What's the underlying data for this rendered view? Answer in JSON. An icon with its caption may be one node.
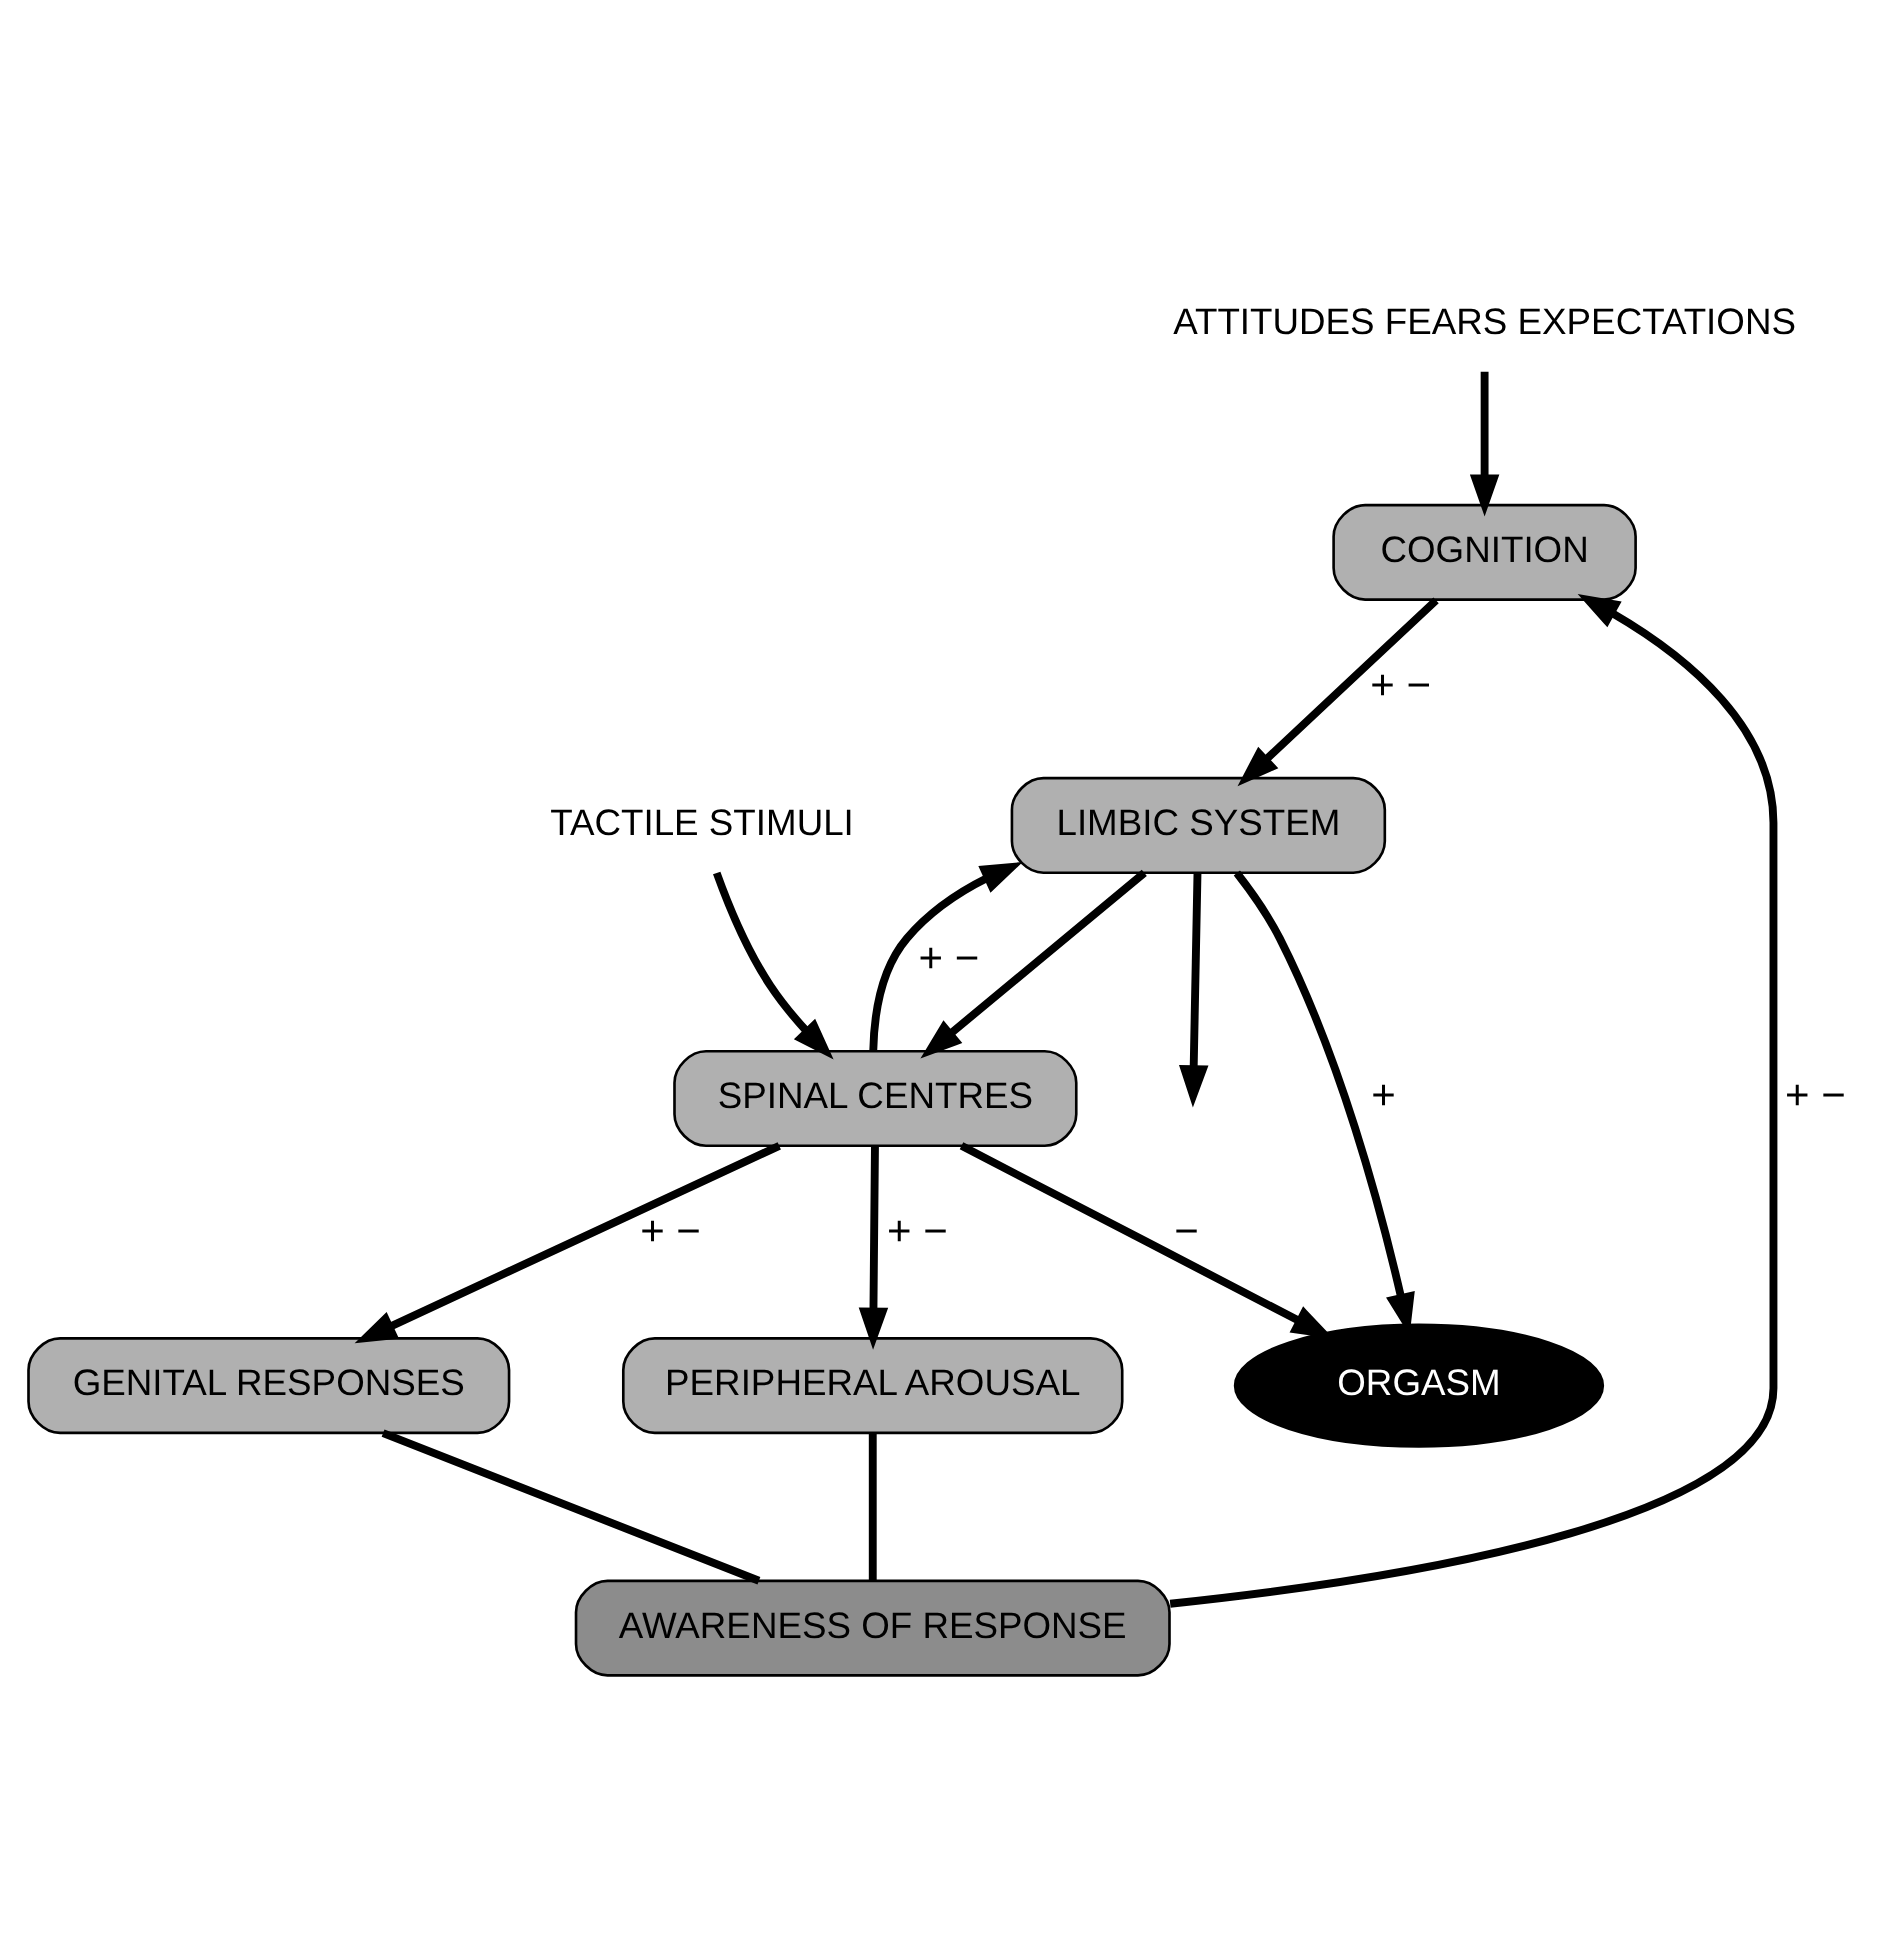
{
  "diagram": {
    "nodes": [
      {
        "text": [
          "ATTITUDES FEARS EXPECTATIONS"
        ]
      },
      {
        "text": [
          "COGNITION"
        ]
      },
      {
        "text": [
          "LIMBIC SYSTEM"
        ]
      },
      {
        "text": [
          "ORGASM"
        ]
      },
      {
        "text": [
          "AWARENESS OF RESPONSE"
        ]
      },
      {
        "text": [
          "SPINAL CENTRES"
        ]
      },
      {
        "text": [
          "PERIPHERAL AROUSAL"
        ]
      },
      {
        "text": [
          "GENITAL RESPONSES"
        ]
      },
      {
        "text": [
          "TACTILE STIMULI"
        ]
      }
    ],
    "edges": [
      {
        "from": 0,
        "to": 1,
        "arrow": "to"
      },
      {
        "from": 1,
        "to": 2,
        "arrow": "to",
        "label": "+ −"
      },
      {
        "from": 4,
        "to": 1,
        "arrow": "to",
        "label": "+ −"
      },
      {
        "from": 2,
        "to": 3,
        "arrow": "to",
        "label": "+"
      },
      {
        "from": 2,
        "to": 5,
        "arrow": "to"
      },
      {
        "from": 5,
        "to": 2,
        "arrow": "to",
        "label": "+ −"
      },
      {
        "from": 5,
        "to": 3,
        "arrow": "to",
        "label": "−"
      },
      {
        "from": 2,
        "to": null,
        "arrow": "to"
      },
      {
        "from": 5,
        "to": 6,
        "arrow": "to",
        "label": "+ −"
      },
      {
        "from": 5,
        "to": 7,
        "arrow": "to",
        "label": "+ −"
      },
      {
        "from": 6,
        "to": 4,
        "arrow": "none"
      },
      {
        "from": 7,
        "to": 4,
        "arrow": "none"
      },
      {
        "from": 8,
        "to": 5,
        "arrow": "to"
      }
    ]
  }
}
